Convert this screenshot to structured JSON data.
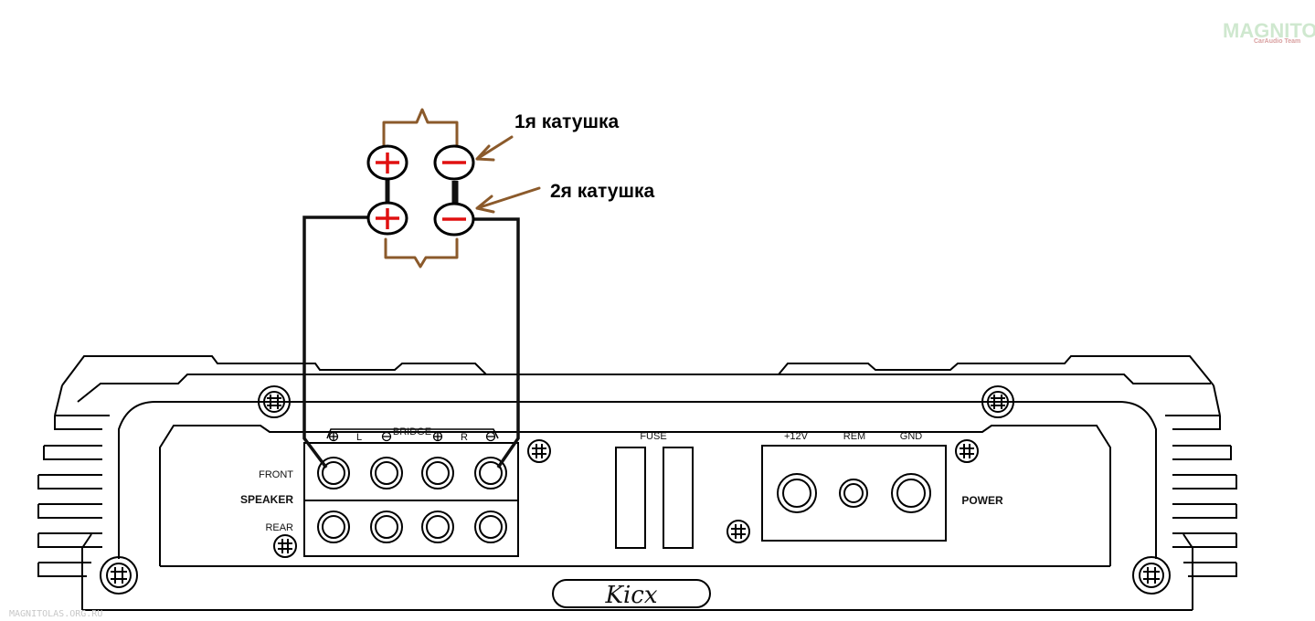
{
  "annotations": {
    "coil1": "1я катушка",
    "coil2": "2я катушка"
  },
  "speaker_terminals": {
    "plus_symbol": "+",
    "minus_symbol": "−"
  },
  "amplifier": {
    "brand": "Kicx",
    "speaker_section": {
      "title": "SPEAKER",
      "front": "FRONT",
      "rear": "REAR",
      "bridge": "BRIDGE",
      "left": "L",
      "right": "R"
    },
    "fuse_label": "FUSE",
    "power_section": {
      "title": "POWER",
      "plus12v": "+12V",
      "rem": "REM",
      "gnd": "GND"
    }
  },
  "watermark": {
    "logo": "MAGNITOLA",
    "logo_sub": "CarAudio Team",
    "site": "MAGNITOLAS.ORG.RU"
  },
  "colors": {
    "wire": "#111111",
    "brace": "#8b5a2b",
    "symbol": "#e01010",
    "outline": "#000000"
  }
}
